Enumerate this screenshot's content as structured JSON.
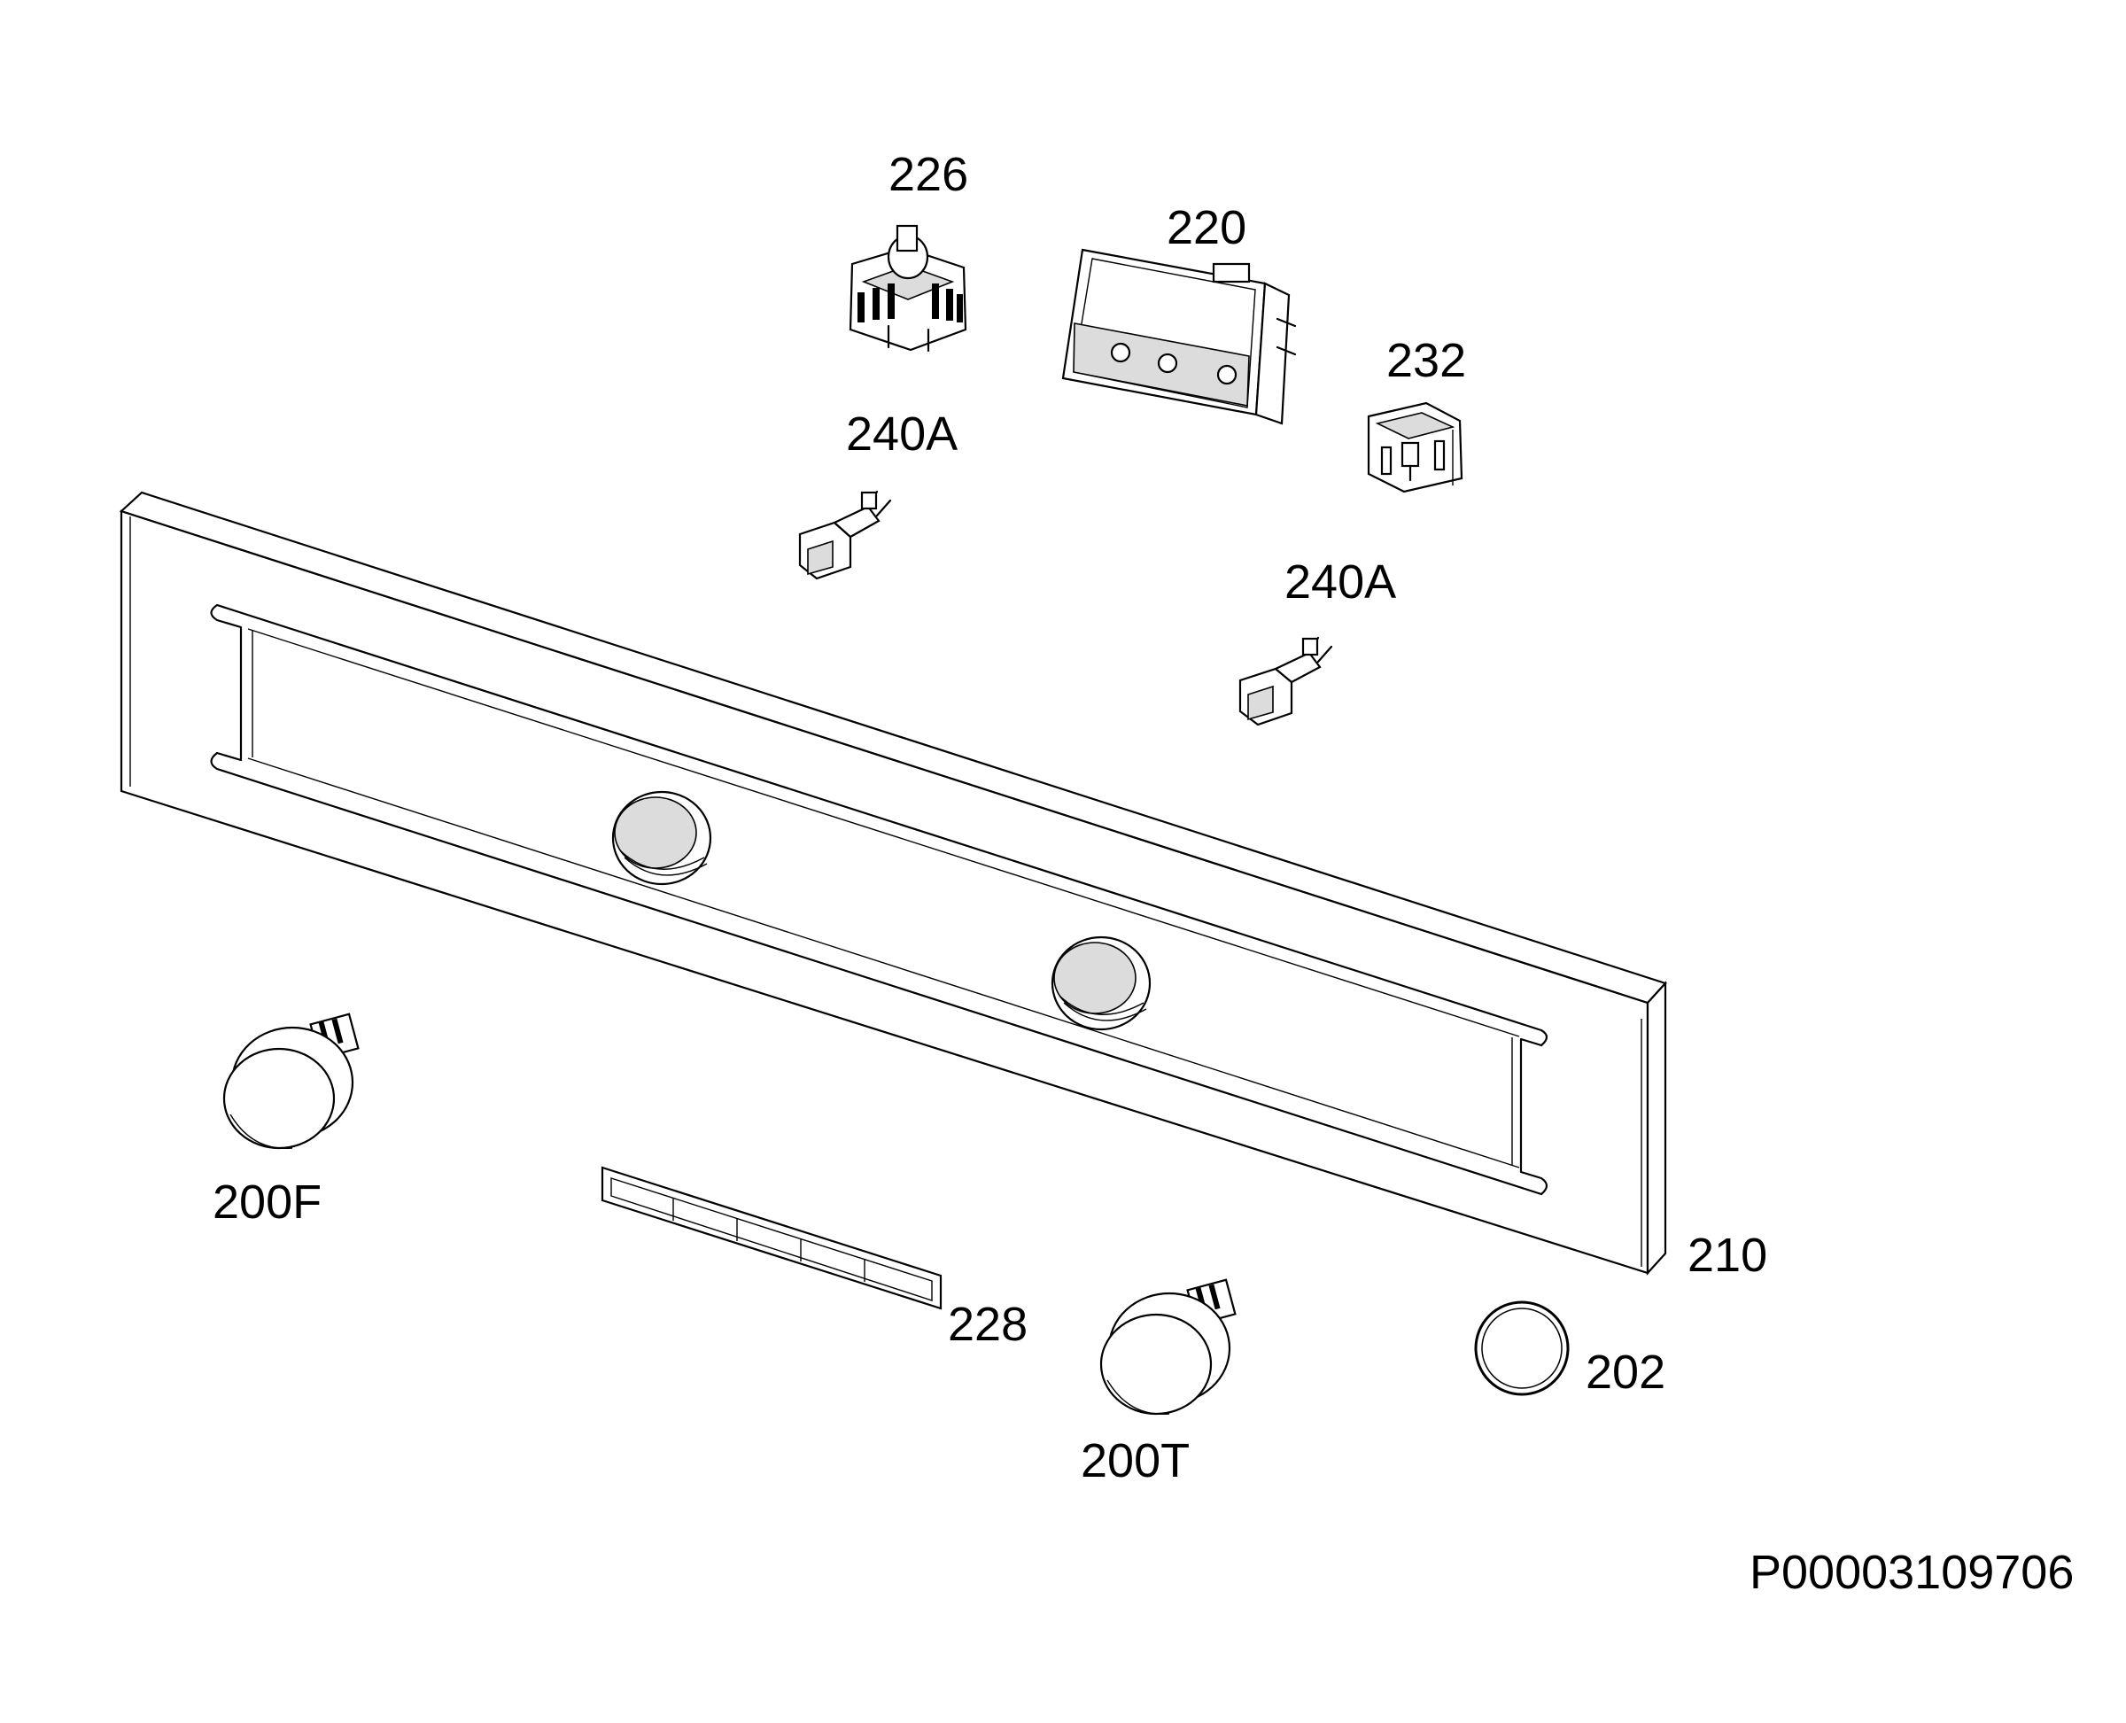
{
  "diagram": {
    "drawing_number": "P00003109706",
    "parts": [
      {
        "id": "p226",
        "label": "226",
        "icon": "selector-switch-icon"
      },
      {
        "id": "p220",
        "label": "220",
        "icon": "display-housing-icon"
      },
      {
        "id": "p232",
        "label": "232",
        "icon": "micro-switch-icon"
      },
      {
        "id": "p240a1",
        "label": "240A",
        "icon": "indicator-lamp-icon"
      },
      {
        "id": "p240a2",
        "label": "240A",
        "icon": "indicator-lamp-icon"
      },
      {
        "id": "p210",
        "label": "210",
        "icon": "control-panel-icon"
      },
      {
        "id": "p200f",
        "label": "200F",
        "icon": "knob-icon"
      },
      {
        "id": "p228",
        "label": "228",
        "icon": "symbol-strip-icon"
      },
      {
        "id": "p200t",
        "label": "200T",
        "icon": "knob-icon"
      },
      {
        "id": "p202",
        "label": "202",
        "icon": "ring-icon"
      }
    ]
  }
}
